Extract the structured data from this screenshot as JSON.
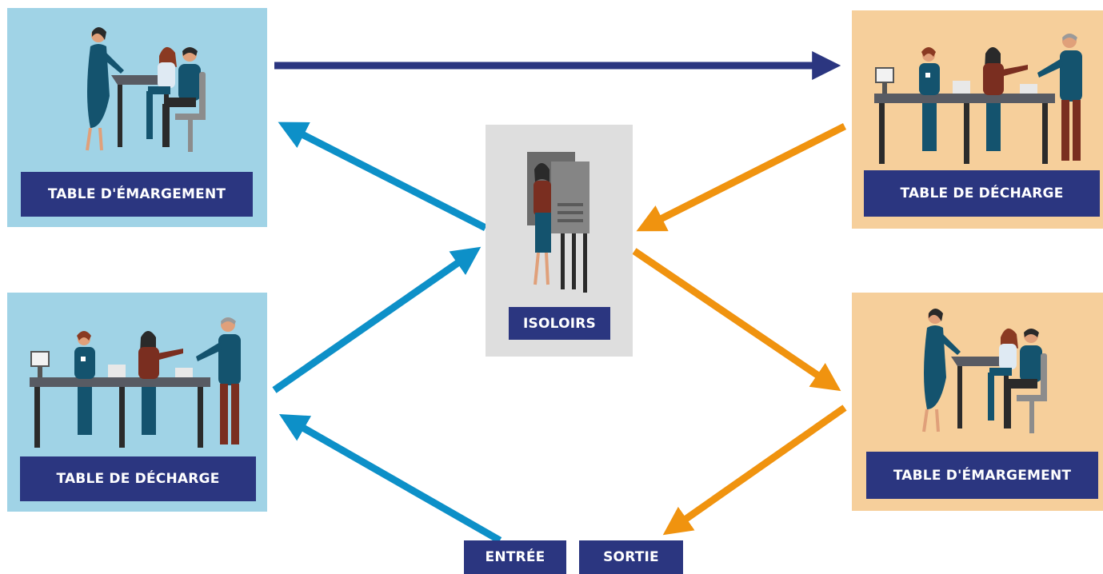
{
  "colors": {
    "panel_blue": "#a0d3e6",
    "panel_orange": "#f6cf9b",
    "panel_grey": "#dedede",
    "label_bg": "#2b3680",
    "arrow_navy": "#2b3680",
    "arrow_blue": "#0d90c8",
    "arrow_orange": "#f0930f"
  },
  "stations": {
    "top_left": {
      "label": "TABLE D'ÉMARGEMENT",
      "illustration": "signing-table-illustration"
    },
    "bottom_left": {
      "label": "TABLE DE DÉCHARGE",
      "illustration": "ballot-table-illustration"
    },
    "center": {
      "label": "ISOLOIRS",
      "illustration": "voting-booth-illustration"
    },
    "top_right": {
      "label": "TABLE DE DÉCHARGE",
      "illustration": "ballot-table-illustration"
    },
    "bottom_right": {
      "label": "TABLE D'ÉMARGEMENT",
      "illustration": "signing-table-illustration"
    }
  },
  "entries": {
    "entree": "ENTRÉE",
    "sortie": "SORTIE"
  }
}
